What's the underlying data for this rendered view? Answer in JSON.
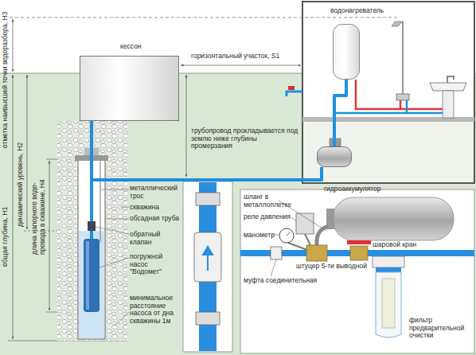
{
  "diagram": {
    "nodes": [
      {
        "text": [
          "кессон"
        ]
      },
      {
        "text": [
          "водонагреватель"
        ]
      },
      {
        "text": [
          "гидроаккумулятор"
        ]
      },
      {
        "text": [
          "фильтр предварительной очистки"
        ]
      }
    ],
    "edges": [
      {
        "from": 0,
        "to": 2,
        "arrow": "none"
      },
      {
        "from": 2,
        "to": 1,
        "arrow": "none"
      }
    ],
    "labels": [
      "отметка наивысшей точки водоразбора, Н3",
      "общая глубина, Н1",
      "динамический уровень, Н2",
      "длина напорного водо- провода в скважине, Н4",
      "горизонтальный участок, S1",
      "трубопровод прокладывается под землю ниже глубины промерзания",
      "металлический трос",
      "скважина",
      "обсадная труба",
      "обратный клапан",
      "погружной насос \"Водомет\"",
      "минимальное расстояние насоса от дна скважины 1м",
      "шланг в металлоплетке",
      "реле давления",
      "манометр",
      "шаровой кран",
      "штуцер 5-ти выводной",
      "муфта соединительная"
    ]
  }
}
